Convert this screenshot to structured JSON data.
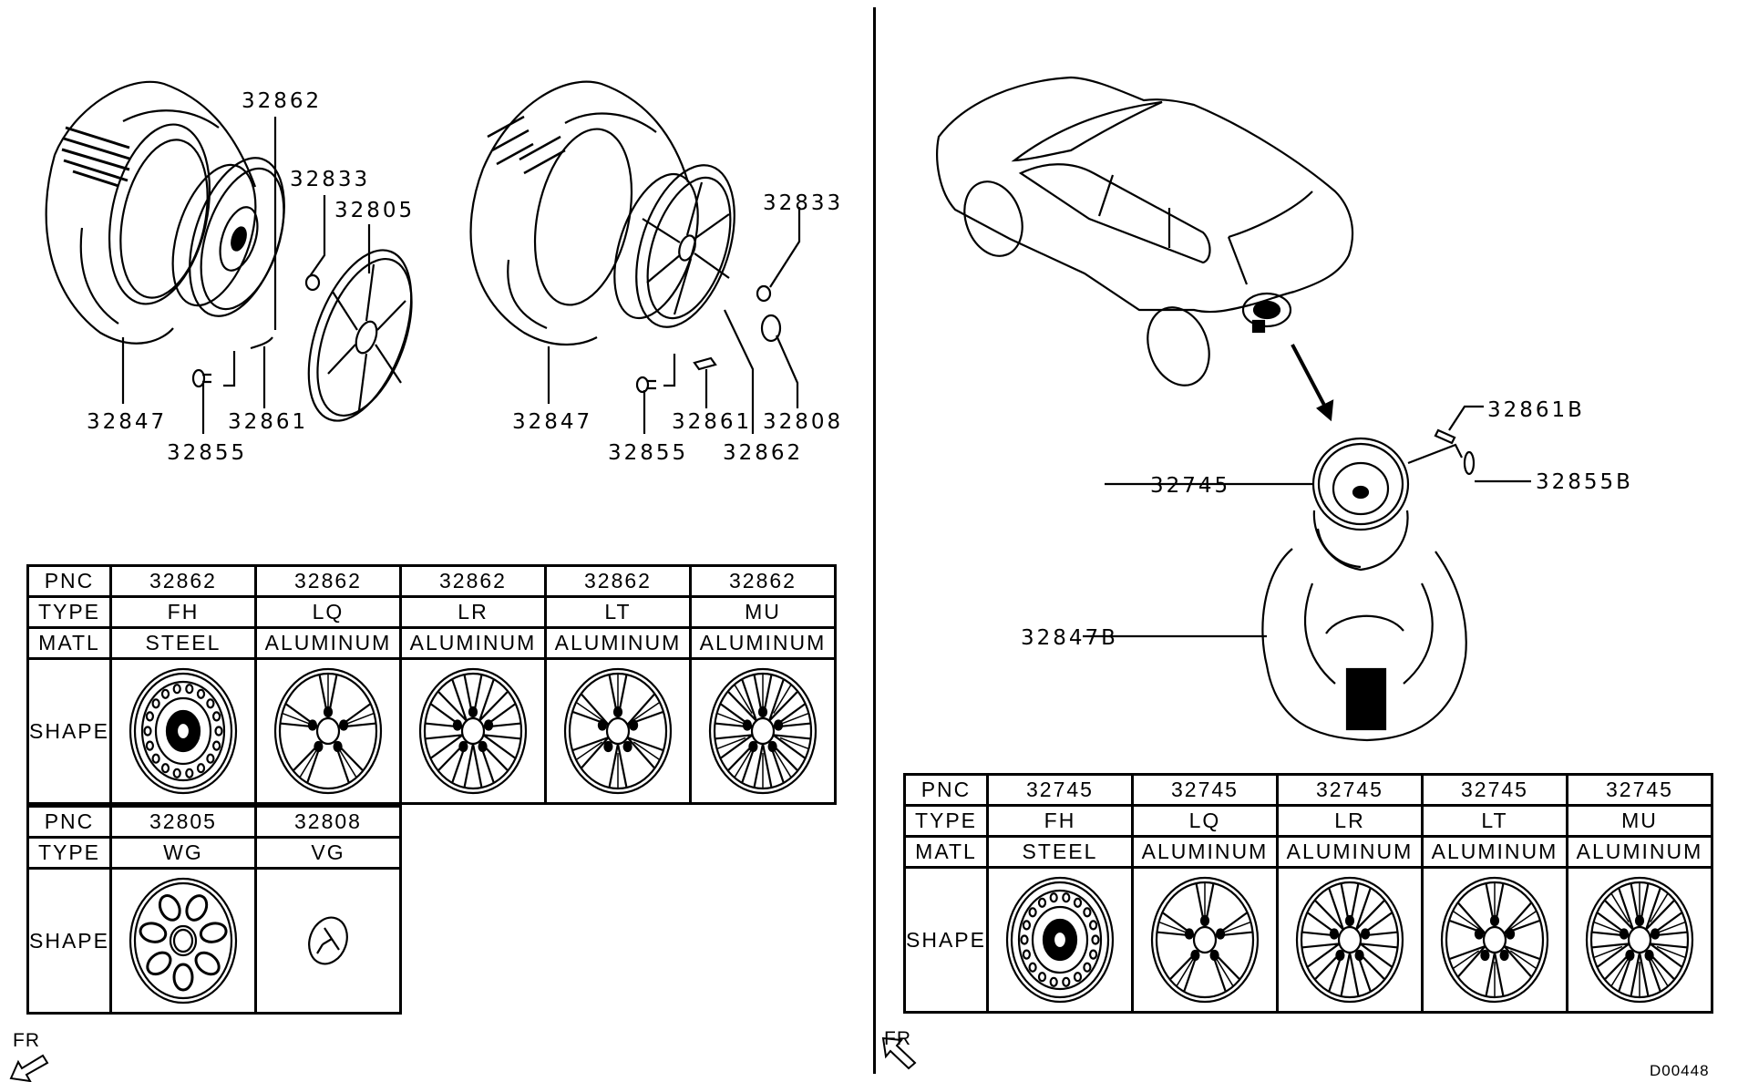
{
  "diagram": {
    "code": "D00448",
    "front_marker": "FR",
    "left_assembly_1": {
      "callouts": [
        "32862",
        "32833",
        "32805",
        "32847",
        "32855",
        "32861"
      ]
    },
    "left_assembly_2": {
      "callouts": [
        "32833",
        "32847",
        "32855",
        "32861",
        "32808",
        "32862"
      ]
    },
    "spare_assembly": {
      "callouts": [
        "32861B",
        "32745",
        "32855B",
        "32847B"
      ]
    }
  },
  "tables": {
    "wheels": {
      "headers": {
        "pnc": "PNC",
        "type": "TYPE",
        "matl": "MATL",
        "shape": "SHAPE"
      },
      "columns": [
        {
          "pnc": "32862",
          "type": "FH",
          "matl": "STEEL",
          "shape_icon": "steel-wheel-icon"
        },
        {
          "pnc": "32862",
          "type": "LQ",
          "matl": "ALUMINUM",
          "shape_icon": "alloy-wheel-lq-icon"
        },
        {
          "pnc": "32862",
          "type": "LR",
          "matl": "ALUMINUM",
          "shape_icon": "alloy-wheel-lr-icon"
        },
        {
          "pnc": "32862",
          "type": "LT",
          "matl": "ALUMINUM",
          "shape_icon": "alloy-wheel-lt-icon"
        },
        {
          "pnc": "32862",
          "type": "MU",
          "matl": "ALUMINUM",
          "shape_icon": "alloy-wheel-mu-icon"
        }
      ]
    },
    "covers": {
      "headers": {
        "pnc": "PNC",
        "type": "TYPE",
        "shape": "SHAPE"
      },
      "columns": [
        {
          "pnc": "32805",
          "type": "WG",
          "shape_icon": "wheel-cover-icon"
        },
        {
          "pnc": "32808",
          "type": "VG",
          "shape_icon": "center-cap-icon"
        }
      ]
    },
    "spare": {
      "headers": {
        "pnc": "PNC",
        "type": "TYPE",
        "matl": "MATL",
        "shape": "SHAPE"
      },
      "columns": [
        {
          "pnc": "32745",
          "type": "FH",
          "matl": "STEEL",
          "shape_icon": "steel-wheel-icon"
        },
        {
          "pnc": "32745",
          "type": "LQ",
          "matl": "ALUMINUM",
          "shape_icon": "alloy-wheel-lq-icon"
        },
        {
          "pnc": "32745",
          "type": "LR",
          "matl": "ALUMINUM",
          "shape_icon": "alloy-wheel-lr-icon"
        },
        {
          "pnc": "32745",
          "type": "LT",
          "matl": "ALUMINUM",
          "shape_icon": "alloy-wheel-lt-icon"
        },
        {
          "pnc": "32745",
          "type": "MU",
          "matl": "ALUMINUM",
          "shape_icon": "alloy-wheel-mu-icon"
        }
      ]
    }
  }
}
